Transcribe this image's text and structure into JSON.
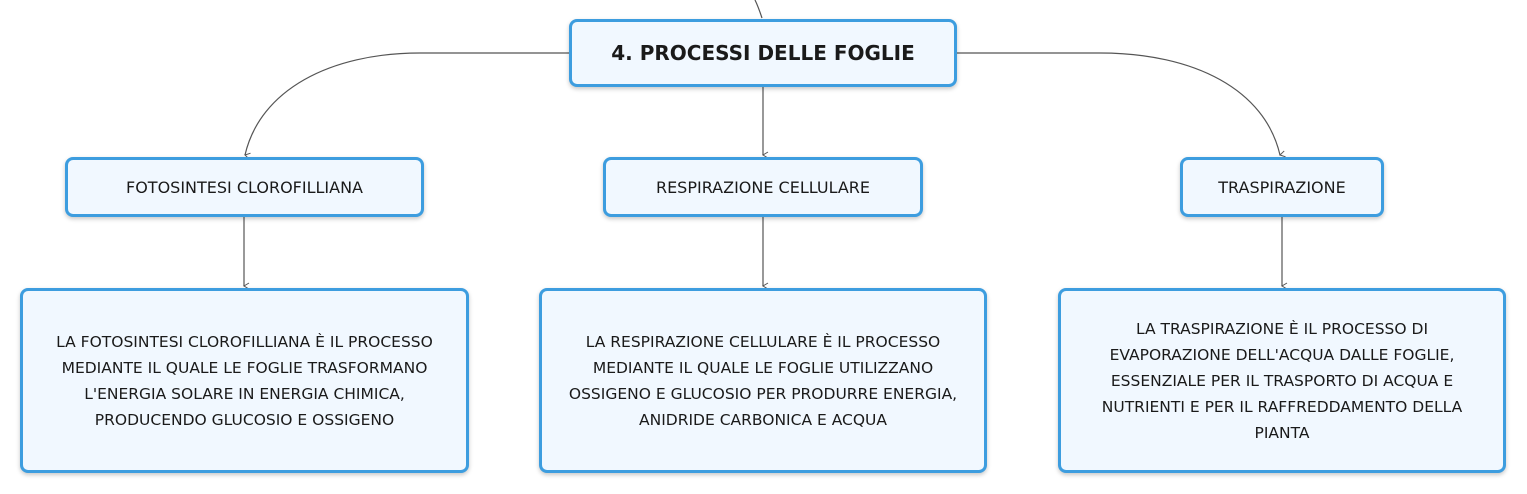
{
  "diagram": {
    "root": {
      "label": "4. PROCESSI DELLE FOGLIE"
    },
    "branches": [
      {
        "title": "FOTOSINTESI CLOROFILLIANA",
        "description": "LA FOTOSINTESI CLOROFILLIANA È IL PROCESSO MEDIANTE IL QUALE LE FOGLIE TRASFORMANO L'ENERGIA SOLARE IN ENERGIA CHIMICA, PRODUCENDO GLUCOSIO E OSSIGENO"
      },
      {
        "title": "RESPIRAZIONE CELLULARE",
        "description": "LA RESPIRAZIONE CELLULARE È IL PROCESSO MEDIANTE IL QUALE LE FOGLIE UTILIZZANO OSSIGENO E GLUCOSIO PER PRODURRE ENERGIA, ANIDRIDE CARBONICA E ACQUA"
      },
      {
        "title": "TRASPIRAZIONE",
        "description": "LA TRASPIRAZIONE È IL PROCESSO DI EVAPORAZIONE DELL'ACQUA DALLE FOGLIE, ESSENZIALE PER IL TRASPORTO DI ACQUA E NUTRIENTI E PER IL RAFFREDDAMENTO DELLA PIANTA"
      }
    ]
  },
  "colors": {
    "node_border": "#3d9ddf",
    "node_fill": "#f1f8ff",
    "connector": "#555555"
  }
}
